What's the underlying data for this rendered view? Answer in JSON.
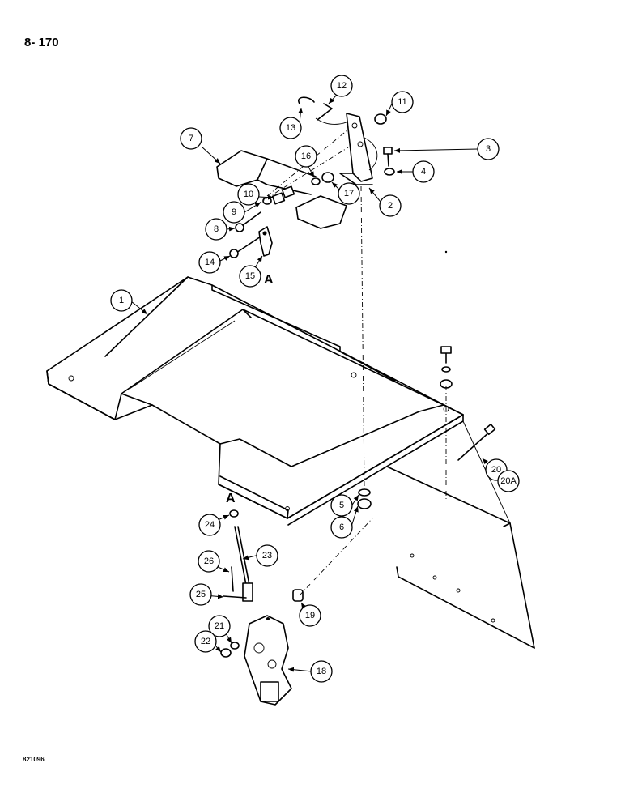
{
  "page": {
    "number": "8- 170",
    "drawing_code": "821096"
  },
  "callouts": [
    "1",
    "2",
    "3",
    "4",
    "5",
    "6",
    "7",
    "8",
    "9",
    "10",
    "11",
    "12",
    "13",
    "14",
    "15",
    "16",
    "17",
    "18",
    "19",
    "20",
    "20A",
    "21",
    "22",
    "23",
    "24",
    "25",
    "26"
  ],
  "reference_letter": "A"
}
